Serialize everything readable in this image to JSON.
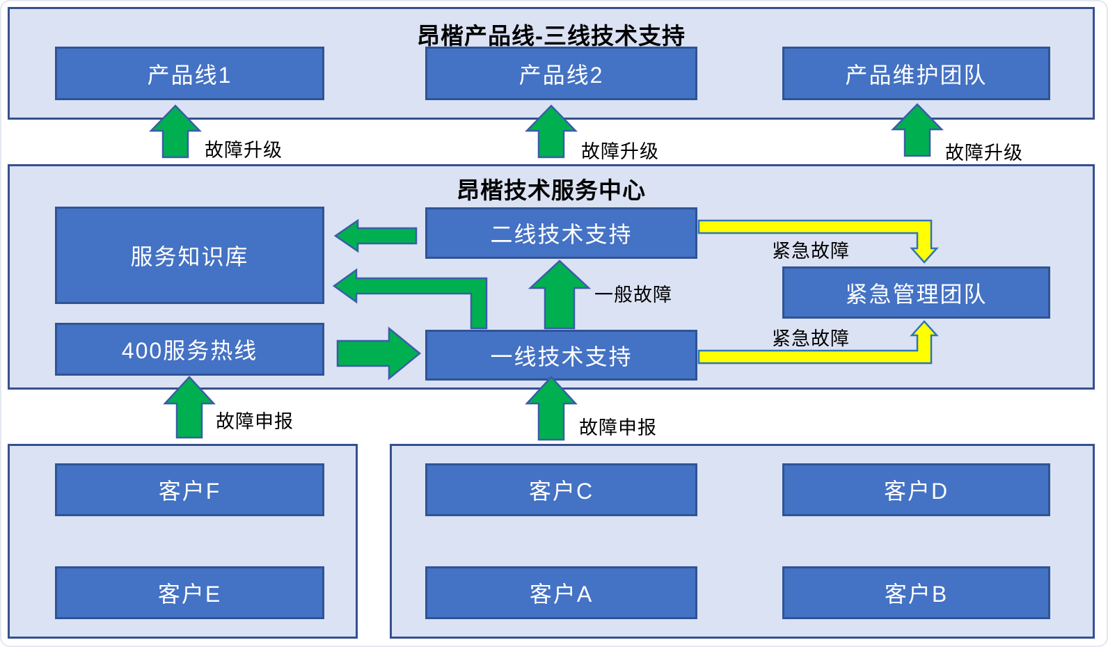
{
  "colors": {
    "container_fill": "#dbe2f3",
    "container_border": "#35508f",
    "node_fill": "#4472c4",
    "node_border": "#2f5496",
    "node_text": "#ffffff",
    "arrow_green": "#00b050",
    "arrow_yellow": "#ffff00",
    "arrow_outline_blue": "#3b5ca8",
    "label_text": "#000000"
  },
  "top_section": {
    "title": "昂楷产品线-三线技术支持",
    "boxes": [
      {
        "label": "产品线1"
      },
      {
        "label": "产品线2"
      },
      {
        "label": "产品维护团队"
      }
    ]
  },
  "middle_section": {
    "title": "昂楷技术服务中心",
    "boxes": [
      {
        "label": "服务知识库"
      },
      {
        "label": "400服务热线"
      },
      {
        "label": "二线技术支持"
      },
      {
        "label": "一线技术支持"
      },
      {
        "label": "紧急管理团队"
      }
    ]
  },
  "bottom_left_section": {
    "boxes": [
      {
        "label": "客户F"
      },
      {
        "label": "客户E"
      }
    ]
  },
  "bottom_right_section": {
    "boxes": [
      {
        "label": "客户C"
      },
      {
        "label": "客户D"
      },
      {
        "label": "客户A"
      },
      {
        "label": "客户B"
      }
    ]
  },
  "arrow_labels": {
    "fault_escalation_1": "故障升级",
    "fault_escalation_2": "故障升级",
    "fault_escalation_3": "故障升级",
    "fault_report_left": "故障申报",
    "fault_report_center": "故障申报",
    "general_fault": "一般故障",
    "urgent_fault_top": "紧急故障",
    "urgent_fault_bottom": "紧急故障"
  }
}
